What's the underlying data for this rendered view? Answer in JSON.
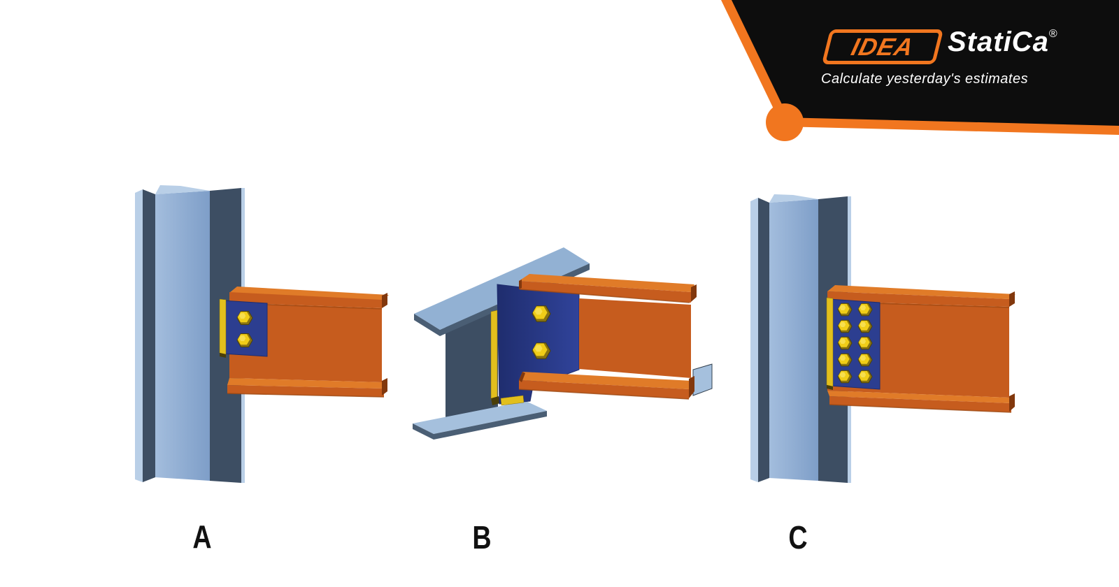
{
  "banner": {
    "logo_text": "IDEA",
    "brand_suffix": "StatiCa",
    "registered": "®",
    "tagline": "Calculate yesterday's estimates"
  },
  "figures": {
    "a": {
      "label": "A"
    },
    "b": {
      "label": "B"
    },
    "c": {
      "label": "C"
    }
  },
  "bolts": {
    "A": {
      "r": 11,
      "centers": [
        [
          350,
          455
        ],
        [
          350,
          487
        ]
      ]
    },
    "B": {
      "r": 13,
      "centers": [
        [
          774,
          449
        ],
        [
          774,
          502
        ]
      ]
    },
    "C": {
      "r": 10,
      "cols": [
        1208,
        1237
      ],
      "rows": [
        443,
        467,
        491,
        515,
        539
      ]
    }
  },
  "palette": {
    "brand_orange": "#f1761f",
    "banner_black": "#0d0d0d",
    "column_web_light": "#a3bddd",
    "column_web_dark": "#7e9ec8",
    "column_flange": "#3d4e63",
    "column_edge": "#b9cfe7",
    "slab_top": "#92b1d3",
    "slab_bottom": "#a5c0dd",
    "slab_thickness": "#4a5e74",
    "beam_web": "#c65c1e",
    "beam_light": "#e07b28",
    "beam_dark_end": "#82380d",
    "beam_seam": "#9e4812",
    "plate_navy": "#2c3e90",
    "plate_navy_dark": "#1f2d6e",
    "plate_navy_light": "#30439a",
    "weld_yellow": "#e2bf1d",
    "weld_dark": "#4a3e08",
    "bolt": "#f0cd18",
    "bolt_light": "#f9e460",
    "bolt_dark": "#8a7410",
    "label_color": "#111111"
  }
}
